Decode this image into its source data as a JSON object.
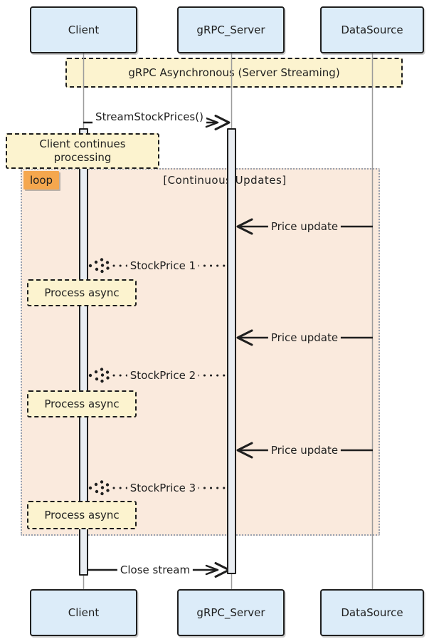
{
  "actors": [
    {
      "id": "client",
      "label": "Client"
    },
    {
      "id": "grpc-server",
      "label": "gRPC_Server"
    },
    {
      "id": "datasource",
      "label": "DataSource"
    }
  ],
  "top_note": {
    "text": "gRPC Asynchronous (Server Streaming)"
  },
  "client_note": {
    "text": "Client continues processing"
  },
  "loop": {
    "label": "loop",
    "condition": "[Continuous Updates]"
  },
  "messages": {
    "stream_start": {
      "label": "StreamStockPrices()"
    },
    "price_updates": [
      {
        "label": "Price update"
      },
      {
        "label": "Price update"
      },
      {
        "label": "Price update"
      }
    ],
    "stock_prices": [
      {
        "label": "StockPrice 1"
      },
      {
        "label": "StockPrice 2"
      },
      {
        "label": "StockPrice 3"
      }
    ],
    "process_notes": [
      {
        "label": "Process async"
      },
      {
        "label": "Process async"
      },
      {
        "label": "Process async"
      }
    ],
    "close_stream": {
      "label": "Close stream"
    }
  },
  "colors": {
    "actor_fill": "#dcecf9",
    "note_fill": "#fcf3cf",
    "loop_fill": "#faeadd",
    "loop_label_fill": "#f5a74e",
    "activation_fill": "#e9edf2",
    "stroke": "#1f1f1f",
    "lifeline": "#9b9b9b",
    "loop_border": "#98a0af"
  }
}
